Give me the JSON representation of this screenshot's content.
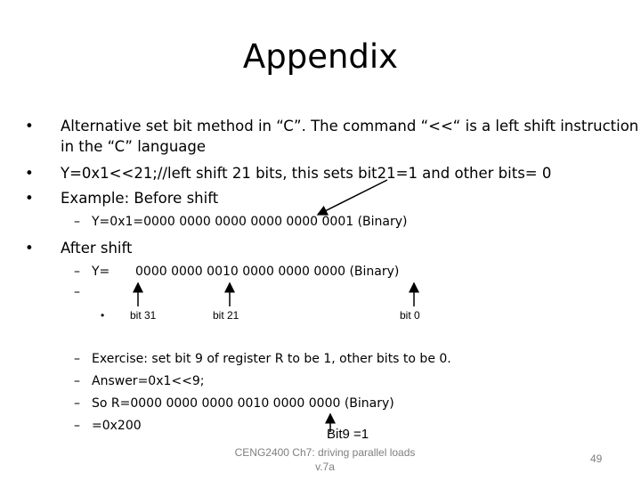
{
  "title": "Appendix",
  "bullets": {
    "b1_line1": "Alternative set bit method in “C”. The command “<<“ is a left shift instruction",
    "b1_line2": "in the “C” language",
    "b2": "Y=0x1<<21;//left shift 21 bits, this sets bit21=1 and other bits= 0",
    "b3": "Example: Before shift",
    "b3_sub": "Y=0x1=0000 0000 0000 0000 0000 0001 (Binary)",
    "b4": "After shift",
    "b4_sub_label": "Y=",
    "b4_sub_value": "0000 0000 0010 0000 0000 0000 (Binary)",
    "bit31": "bit 31",
    "bit21": "bit 21",
    "bit0": "bit 0",
    "ex1": "Exercise: set bit 9 of register R to be 1, other bits to be 0.",
    "ex2": "Answer=0x1<<9;",
    "ex3": "So R=0000 0000 0000 0010 0000 0000 (Binary)",
    "ex4": "=0x200",
    "bit9": "Bit9 =1"
  },
  "glyphs": {
    "bullet": "•",
    "dash": "–"
  },
  "footer": {
    "line1": "CENG2400 Ch7: driving parallel loads",
    "line2": "v.7a"
  },
  "page_number": "49"
}
